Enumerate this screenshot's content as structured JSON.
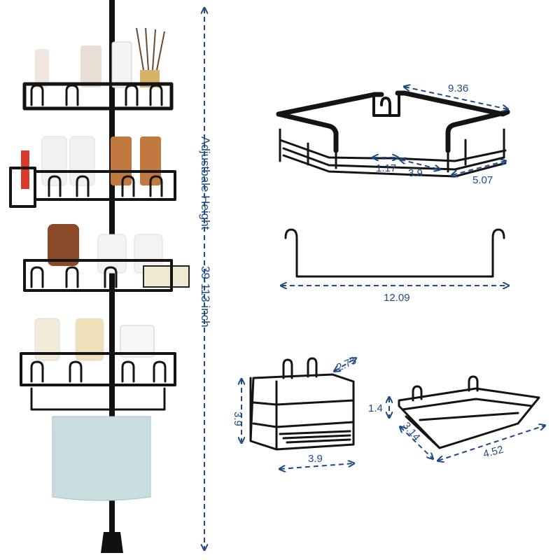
{
  "colors": {
    "dimension": "#1f4a86",
    "product": "#141414",
    "towel": "#c9dde0"
  },
  "height_dimension": {
    "label": "Adjustbale Height",
    "value": "39-113 inch"
  },
  "corner_basket": {
    "width": "9.36",
    "corner": "1.17",
    "side": "3.9",
    "depth": "5.07"
  },
  "towel_bar": {
    "length": "12.09"
  },
  "toothbrush_holder": {
    "depth": "2.73",
    "height": "3.9",
    "width": "3.9"
  },
  "soap_dish": {
    "height": "1.4",
    "depth": "3.14",
    "length": "4.52"
  }
}
